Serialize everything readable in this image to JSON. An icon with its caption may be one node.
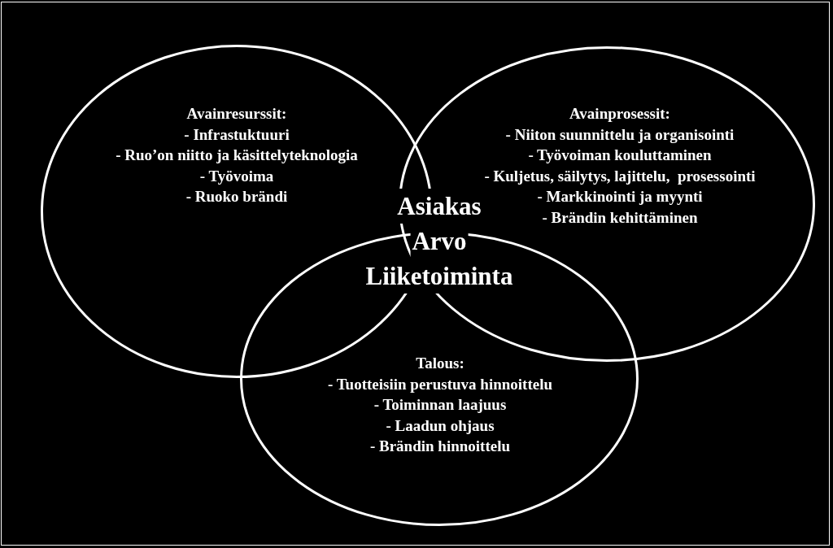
{
  "diagram": {
    "nodes": [
      {
        "text": [
          "Avainresurssit:",
          "- Infrastuktuuri",
          "- Ruo’on niitto ja käsittelyteknologia",
          "- Työvoima",
          "- Ruoko brändi"
        ]
      },
      {
        "text": [
          "Avainprosessit:",
          "- Niiton suunnittelu ja organisointi",
          "- Työvoiman kouluttaminen",
          "- Kuljetus, säilytys, lajittelu,  prosessointi",
          "- Markkinointi ja myynti",
          "- Brändin kehittäminen"
        ]
      },
      {
        "text": [
          "Talous:",
          "- Tuotteisiin perustuva hinnoittelu",
          "- Toiminnan laajuus",
          "- Laadun ohjaus",
          "- Brändin hinnoittelu"
        ]
      }
    ],
    "labels": [
      "Asiakas",
      "Arvo",
      "Liiketoiminta"
    ]
  }
}
